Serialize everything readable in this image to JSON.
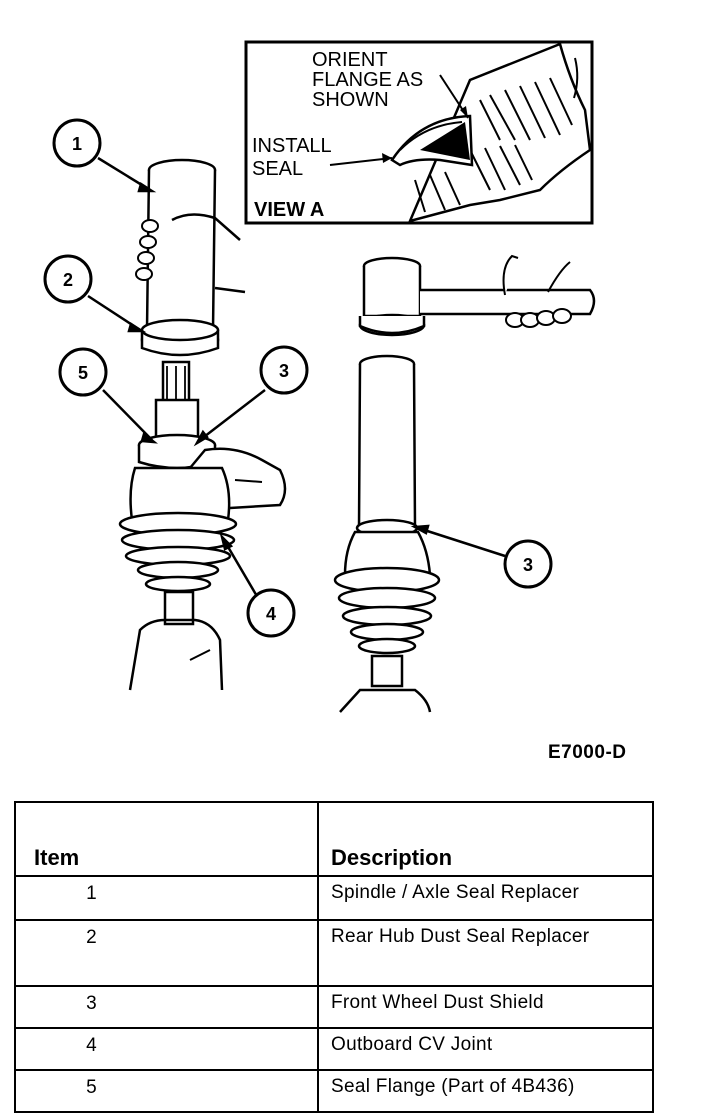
{
  "view_a": {
    "title": "VIEW A",
    "orient_line1": "ORIENT",
    "orient_line2": "FLANGE AS",
    "orient_line3": "SHOWN",
    "install_line1": "INSTALL",
    "install_line2": "SEAL"
  },
  "callouts": [
    "1",
    "2",
    "3",
    "4",
    "5",
    "3"
  ],
  "figure_code": "E7000-D",
  "table": {
    "header_item": "Item",
    "header_description": "Description",
    "rows": [
      {
        "item": "1",
        "description": "Spindle / Axle Seal Replacer"
      },
      {
        "item": "2",
        "description": "Rear Hub Dust Seal Replacer"
      },
      {
        "item": "3",
        "description": "Front Wheel Dust Shield"
      },
      {
        "item": "4",
        "description": "Outboard CV Joint"
      },
      {
        "item": "5",
        "description": "Seal Flange (Part of 4B436)"
      }
    ]
  }
}
